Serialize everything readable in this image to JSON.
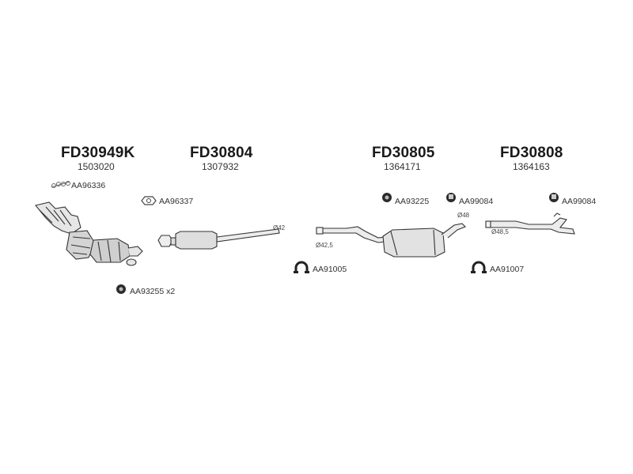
{
  "assemblies": [
    {
      "code": "FD30949K",
      "number": "1503020"
    },
    {
      "code": "FD30804",
      "number": "1307932"
    },
    {
      "code": "FD30805",
      "number": "1364171"
    },
    {
      "code": "FD30808",
      "number": "1364163"
    }
  ],
  "parts": {
    "gasket_upper": "AA96336",
    "gasket_small": "AA96337",
    "rubber_ring_left": "AA93255 x2",
    "rubber_ring_mid": "AA93225",
    "hanger_a": "AA99084",
    "hanger_b": "AA99084",
    "clamp_a": "AA91005",
    "clamp_b": "AA91007"
  },
  "dimensions": {
    "d42": "Ø42",
    "d42_5": "Ø42,5",
    "d48": "Ø48",
    "d48_5": "Ø48,5"
  }
}
